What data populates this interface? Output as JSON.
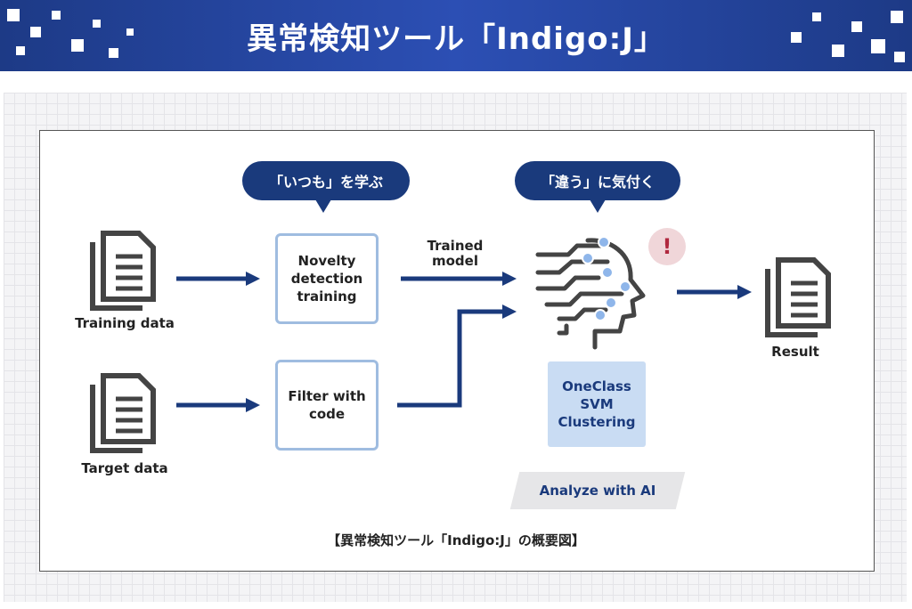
{
  "banner": {
    "title": "異常検知ツール「Indigo:J」"
  },
  "bubbles": {
    "learn": "「いつも」を学ぶ",
    "notice": "「違う」に気付く"
  },
  "inputs": {
    "training": "Training data",
    "target": "Target data"
  },
  "boxes": {
    "novelty": [
      "Novelty",
      "detection",
      "training"
    ],
    "filter": [
      "Filter with",
      "code"
    ]
  },
  "trained_model": [
    "Trained",
    "model"
  ],
  "methods": [
    "OneClass",
    "SVM",
    "Clustering"
  ],
  "analyze_label": "Analyze with AI",
  "result_label": "Result",
  "caption": "【異常検知ツール「Indigo:J」の概要図】",
  "warning_symbol": "!",
  "colors": {
    "banner": "#2c4fb4",
    "bubble": "#1a3a7c",
    "arrow": "#1a3a7c",
    "box_border": "#9fbce0",
    "method_box": "#c9dcf3",
    "dots": "#8fb6ea",
    "icon": "#444444"
  }
}
